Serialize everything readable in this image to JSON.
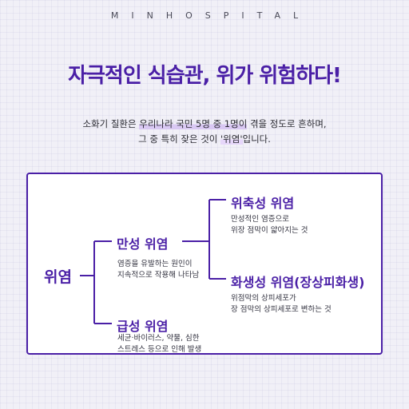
{
  "brand": "MINHOSPITAL",
  "headline": "자극적인 식습관, 위가 위험하다!",
  "intro": {
    "line1_a": "소화기 질환은 ",
    "line1_b": "우리나라 국민 5명 중 1명이",
    "line1_c": " 겪을 정도로 흔하며,",
    "line2_a": "그 중 특히 잦은 것이 ",
    "line2_b": "'위염'",
    "line2_c": "입니다."
  },
  "tree": {
    "root": "위염",
    "chronic": {
      "title": "만성 위염",
      "desc": [
        "염증을 유발하는 원인이",
        "지속적으로 작용해 나타남"
      ],
      "children": {
        "atrophic": {
          "title": "위축성 위염",
          "desc": [
            "만성적인 염증으로",
            "위장 점막이 얇아지는 것"
          ]
        },
        "metaplastic": {
          "title": "화생성 위염(장상피화생)",
          "desc": [
            "위점막의 상피세포가",
            "장 점막의 상피세포로 변하는 것"
          ]
        }
      }
    },
    "acute": {
      "title": "급성 위염",
      "desc": [
        "세균·바이러스, 약물, 심한",
        "스트레스 등으로 인해 발생"
      ]
    }
  },
  "colors": {
    "accent": "#4a1fa6",
    "background": "#f1f0f7",
    "text": "#2b2b33"
  }
}
